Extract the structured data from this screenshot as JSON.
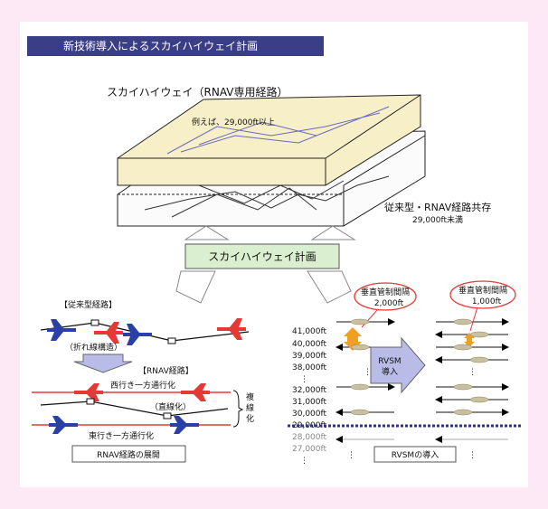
{
  "title": "新技術導入によるスカイハイウェイ計画",
  "skyhighway": {
    "label": "スカイハイウェイ（RNAV専用経路）",
    "example": "例えば、29,000ft以上"
  },
  "conventional": {
    "label": "従来型・RNAV経路共存",
    "sub": "29,000ft未満"
  },
  "plan_button": "スカイハイウェイ計画",
  "left": {
    "conventional_route_label": "【従来型経路】",
    "zigzag_note": "（折れ線構造）",
    "rnav_route_label": "【RNAV経路】",
    "westbound": "西行き一方通行化",
    "straighten": "（直線化）",
    "multi_route": "複線化",
    "eastbound": "東行き一方通行化",
    "rnav_expansion": "RNAV経路の展開"
  },
  "right": {
    "altitudes": [
      "41,000ft",
      "40,000ft",
      "39,000ft",
      "38,000ft",
      "32,000ft",
      "31,000ft",
      "30,000ft",
      "29,000ft",
      "28,000ft",
      "27,000ft"
    ],
    "dots": "⋮",
    "separation_before_title": "垂直管制間隔",
    "separation_before_value": "2,000ft",
    "separation_after_title": "垂直管制間隔",
    "separation_after_value": "1,000ft",
    "rvsm_arrow": "RVSM\n導入",
    "rvsm_arrow_line1": "RVSM",
    "rvsm_arrow_line2": "導入",
    "rvsm_intro": "RVSMの導入"
  },
  "colors": {
    "title_bar": "#3a3e86",
    "westbound": "#e53935",
    "eastbound": "#2b3fa8",
    "boundary": "#2d2f9a",
    "plan_box": "#d9efcf",
    "sky_layer": "#f7efc8",
    "ellipse": "#e53935",
    "double_arrow": "#f0a020"
  }
}
